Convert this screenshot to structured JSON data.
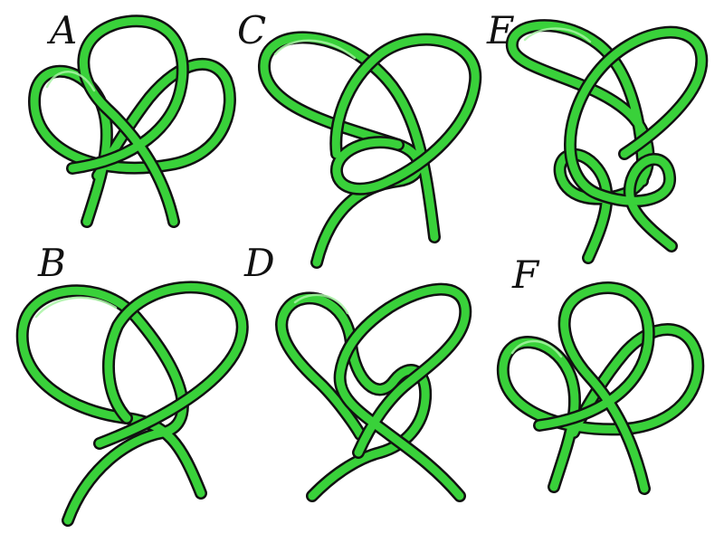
{
  "figure": {
    "colors": {
      "rope": "#39d13a",
      "rope_highlight": "#a9f4a6",
      "rope_outline": "#111111",
      "background": "#ffffff"
    },
    "panels": [
      {
        "letter": "A"
      },
      {
        "letter": "B"
      },
      {
        "letter": "C"
      },
      {
        "letter": "D"
      },
      {
        "letter": "E"
      },
      {
        "letter": "F"
      }
    ]
  }
}
